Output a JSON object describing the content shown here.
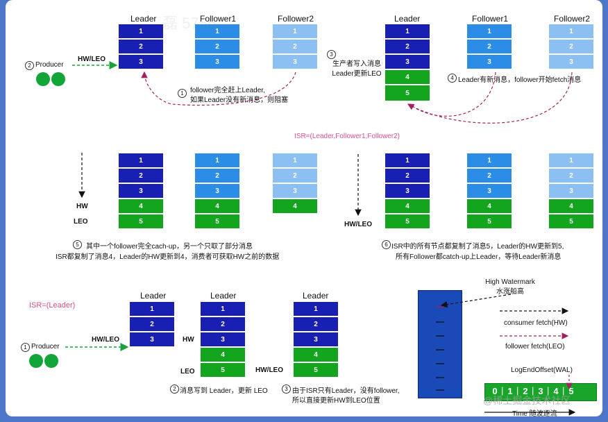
{
  "d1": {
    "headers": [
      "Leader",
      "Follower1",
      "Follower2"
    ],
    "producer": "Producer",
    "hwleo": "HW/LEO",
    "n_producer": "2",
    "n_note": "1",
    "note": [
      "follower完全赶上Leader,",
      "如果Leader没有新消息，则阻塞"
    ]
  },
  "d2": {
    "headers": [
      "Leader",
      "Follower1",
      "Follower2"
    ],
    "n_write": "3",
    "write": [
      "生产者写入消息",
      "Leader更新LEO"
    ],
    "n_fetch": "4",
    "fetch": "Leader有新消息，follower开始fetch消息"
  },
  "isr_all": "ISR=(Leader,Follower1,Follower2)",
  "d3": {
    "hw": "HW",
    "leo": "LEO",
    "n": "5",
    "caption": [
      "其中一个follower完全cach-up，另一个只取了部分消息",
      "ISR都复制了消息4，Leader的HW更新到4，消费者可获取HW之前的数据"
    ]
  },
  "d4": {
    "hwleo": "HW/LEO",
    "n": "6",
    "caption": [
      "ISR中的所有节点都复制了消息5，Leader的HW更新到5,",
      "所有Follower都catch-up上Leader，等待Leader新消息"
    ]
  },
  "isr_leader": "ISR=(Leader)",
  "d5": {
    "headers": [
      "Leader",
      "Leader",
      "Leader"
    ],
    "producer": "Producer",
    "n_producer": "1",
    "hwleo": "HW/LEO",
    "hw": "HW",
    "leo": "LEO",
    "hwleo2": "HW/LEO",
    "n_b": "2",
    "cap_b": "消息写到 Leader，更新 LEO",
    "n_c": "3",
    "cap_c": [
      "由于ISR只有Leader，没有follower,",
      "所以直接更新HW到LEO位置"
    ]
  },
  "legend": {
    "hw_title": [
      "High Watermark",
      "水涨船高"
    ],
    "consumer": "consumer fetch(HW)",
    "follower": "follower fetch(LEO)",
    "logend": "LogEndOffset(WAL)",
    "offsets": [
      "0",
      "1",
      "2",
      "3",
      "4",
      "5"
    ],
    "time": "Time 随波逐流"
  },
  "watermarks": [
    "@稀土掘金技术社区",
    "磊 5756"
  ],
  "colors": {
    "leader_blue": "#1a1fb4",
    "follower_blue": "#2b8de6",
    "light_blue": "#8cc0f2",
    "green": "#14a51f",
    "pink": "#d9508e"
  }
}
